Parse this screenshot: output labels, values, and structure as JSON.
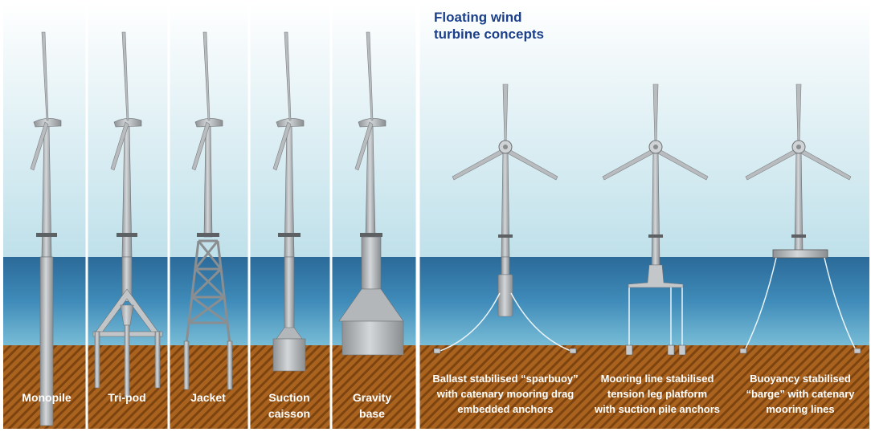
{
  "title": {
    "line1": "Floating wind",
    "line2": "turbine concepts"
  },
  "fixed_foundations": [
    {
      "name": "monopile",
      "lines": [
        "Monopile"
      ]
    },
    {
      "name": "tripod",
      "lines": [
        "Tri-pod"
      ]
    },
    {
      "name": "jacket",
      "lines": [
        "Jacket"
      ]
    },
    {
      "name": "suction-caisson",
      "lines": [
        "Suction",
        "caisson"
      ]
    },
    {
      "name": "gravity-base",
      "lines": [
        "Gravity",
        "base"
      ]
    }
  ],
  "floating_concepts": [
    {
      "name": "spar-buoy",
      "lines": [
        "Ballast stabilised “sparbuoy”",
        "with catenary mooring drag",
        "embedded anchors"
      ]
    },
    {
      "name": "tension-leg-platform",
      "lines": [
        "Mooring line stabilised",
        "tension leg platform",
        "with suction pile anchors"
      ]
    },
    {
      "name": "barge",
      "lines": [
        "Buoyancy stabilised",
        "“barge” with catenary",
        "mooring lines"
      ]
    }
  ],
  "colors": {
    "sky_top": "#ffffff",
    "sky_bottom": "#bfe0ea",
    "sea_top": "#2d6f9e",
    "sea_bottom": "#6fb6d2",
    "seabed": "#a9631f",
    "seabed_hatch": "#7e4410",
    "steel": "#b9bcbf",
    "title": "#1b3f8a"
  }
}
